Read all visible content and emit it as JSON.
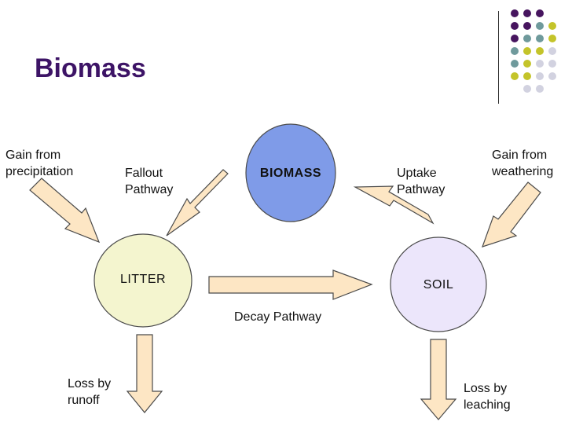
{
  "title": "Biomass",
  "colors": {
    "title": "#3d1466",
    "biomass_fill": "#7f9be8",
    "litter_fill": "#f4f5cf",
    "soil_fill": "#ece6fb",
    "arrow_fill": "#fde6c4",
    "dot_purple": "#47155f",
    "dot_teal": "#6f9a9c",
    "dot_olive": "#c4c42a",
    "dot_lavender": "#d2d2e0"
  },
  "nodes": {
    "biomass": "BIOMASS",
    "litter": "LITTER",
    "soil": "SOIL"
  },
  "labels": {
    "gain_precipitation": "Gain from\nprecipitation",
    "fallout_pathway": "Fallout\nPathway",
    "uptake_pathway": "Uptake\nPathway",
    "gain_weathering": "Gain from\nweathering",
    "decay_pathway": "Decay Pathway",
    "loss_runoff": "Loss by\nrunoff",
    "loss_leaching": "Loss by\nleaching"
  }
}
